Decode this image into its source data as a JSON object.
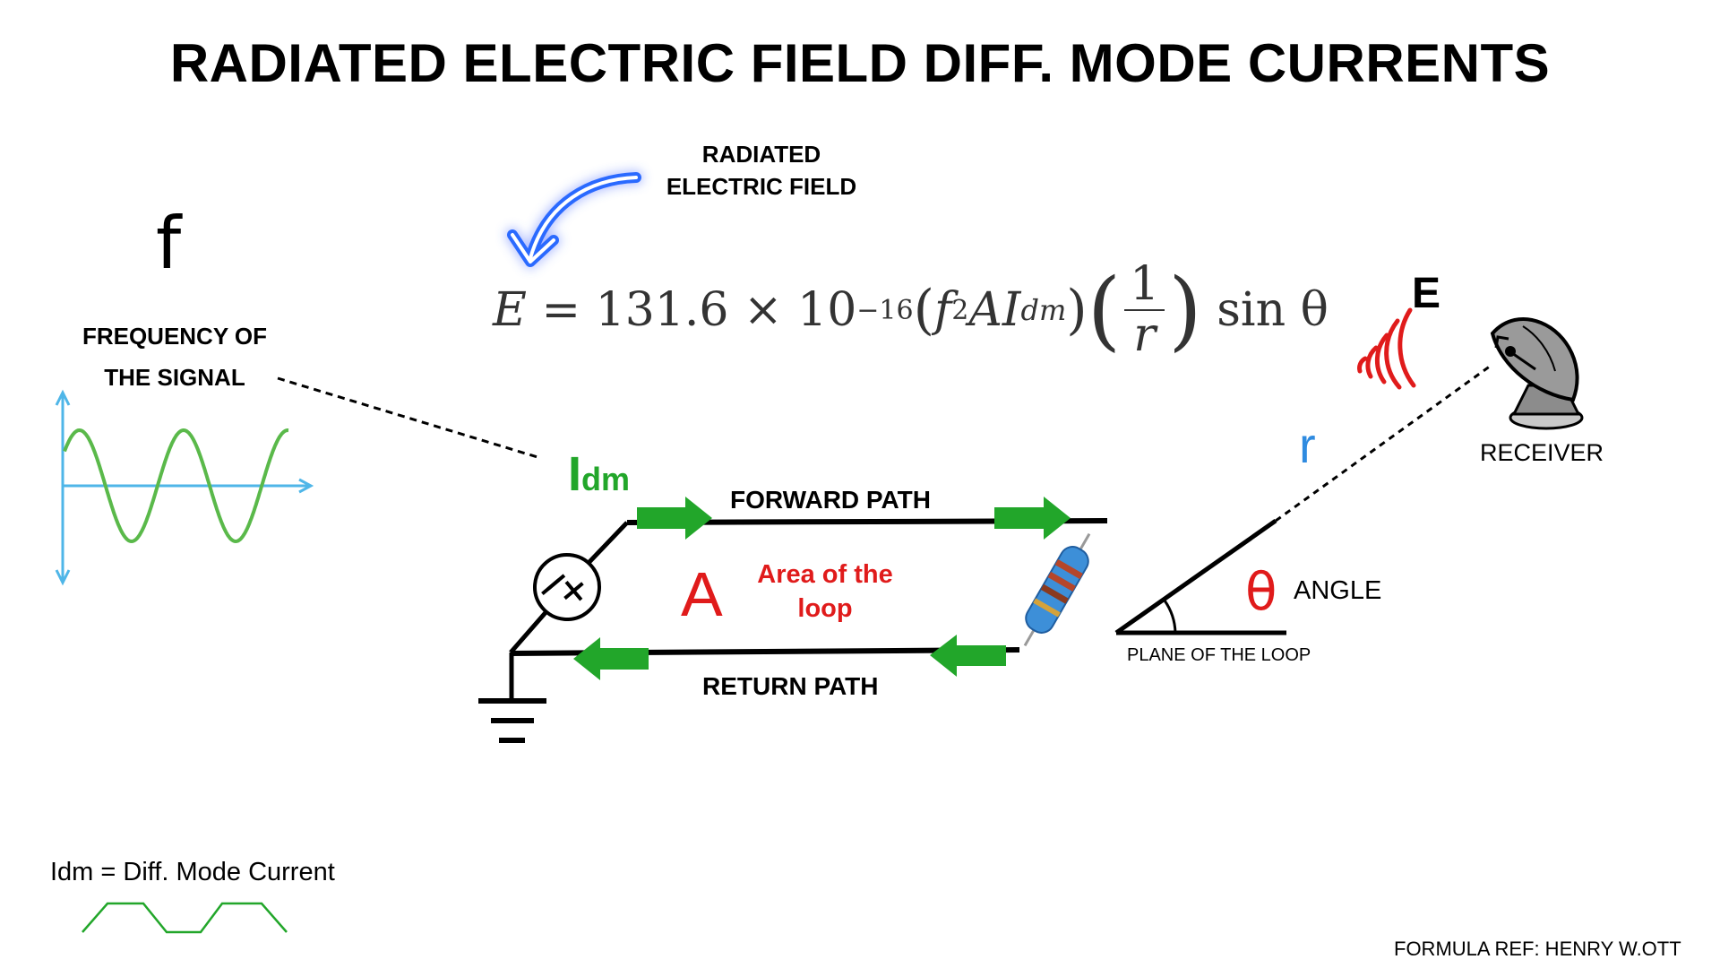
{
  "title": "RADIATED ELECTRIC FIELD DIFF. MODE CURRENTS",
  "formula_callout": {
    "line1": "RADIATED",
    "line2": "ELECTRIC FIELD"
  },
  "formula": {
    "lhs": "E",
    "eq": "=",
    "coefficient": "131.6 × 10",
    "exponent": "−16",
    "f": "f",
    "f_exp": "2",
    "area": "A",
    "current": "I",
    "current_sub": "dm",
    "frac_num": "1",
    "frac_den": "r",
    "trig": "sin θ"
  },
  "frequency": {
    "symbol": "f",
    "line1": "FREQUENCY OF",
    "line2": "THE SIGNAL"
  },
  "current_label": {
    "main": "I",
    "sub": "dm"
  },
  "forward_path": "FORWARD PATH",
  "return_path": "RETURN PATH",
  "area": {
    "symbol": "A",
    "line1": "Area of the",
    "line2": "loop"
  },
  "field": {
    "symbol": "E"
  },
  "distance": {
    "symbol": "r"
  },
  "receiver": "RECEIVER",
  "angle": {
    "symbol": "θ",
    "label": "ANGLE"
  },
  "plane_label": "PLANE OF THE LOOP",
  "legend": "Idm = Diff. Mode Current",
  "reference": "FORMULA REF: HENRY W.OTT",
  "colors": {
    "green": "#22a62a",
    "red": "#e01b1b",
    "blue": "#2f8be0",
    "sine": "#5ab94a",
    "axis": "#4fb6e8"
  }
}
